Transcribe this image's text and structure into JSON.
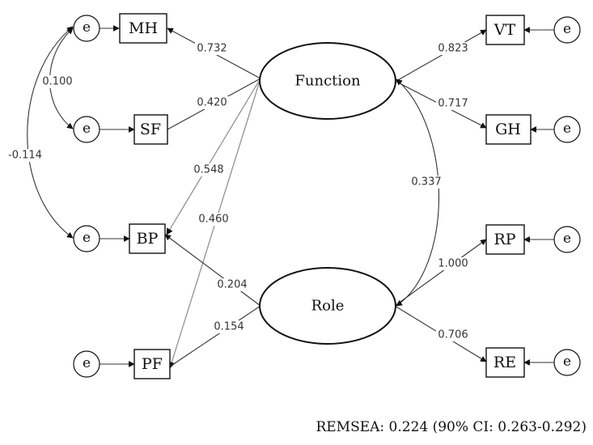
{
  "latent": {
    "function": "Function",
    "role": "Role"
  },
  "observed": {
    "MH": "MH",
    "SF": "SF",
    "BP": "BP",
    "PF": "PF",
    "VT": "VT",
    "GH": "GH",
    "RP": "RP",
    "RE": "RE"
  },
  "error_label": "e",
  "loadings": {
    "function_MH": "0.732",
    "function_SF": "0.420",
    "function_BP": "0.548",
    "function_PF": "0.460",
    "function_VT": "0.823",
    "function_GH": "0.717",
    "role_BP": "0.204",
    "role_PF": "0.154",
    "role_RP": "1.000",
    "role_RE": "0.706"
  },
  "covariances": {
    "e_MH_e_SF": "0.100",
    "e_MH_e_BP": "-0.114",
    "function_role": "0.337"
  },
  "fit_note": "REMSEA: 0.224 (90% CI: 0.263-0.292)"
}
